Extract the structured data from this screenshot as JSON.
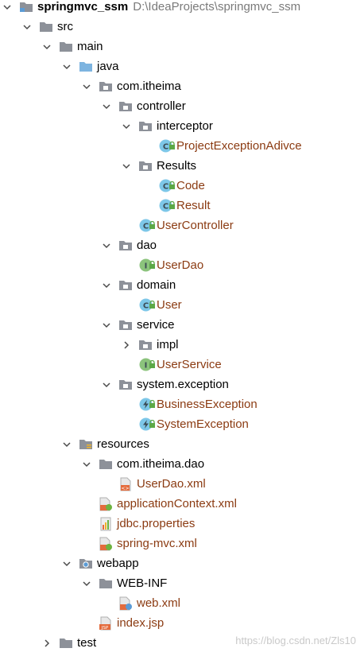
{
  "project": {
    "name": "springmvc_ssm",
    "path": "D:\\IdeaProjects\\springmvc_ssm"
  },
  "nodes": [
    {
      "label": "springmvc_ssm",
      "icon": "module-folder-icon",
      "expanded": true
    },
    {
      "label": "src",
      "icon": "folder-icon",
      "expanded": true
    },
    {
      "label": "main",
      "icon": "folder-icon",
      "expanded": true
    },
    {
      "label": "java",
      "icon": "source-root-folder-icon",
      "expanded": true
    },
    {
      "label": "com.itheima",
      "icon": "package-icon",
      "expanded": true
    },
    {
      "label": "controller",
      "icon": "package-icon",
      "expanded": true
    },
    {
      "label": "interceptor",
      "icon": "package-icon",
      "expanded": true
    },
    {
      "label": "ProjectExceptionAdivce",
      "icon": "class-icon"
    },
    {
      "label": "Results",
      "icon": "package-icon",
      "expanded": true
    },
    {
      "label": "Code",
      "icon": "class-icon"
    },
    {
      "label": "Result",
      "icon": "class-icon"
    },
    {
      "label": "UserController",
      "icon": "class-icon"
    },
    {
      "label": "dao",
      "icon": "package-icon",
      "expanded": true
    },
    {
      "label": "UserDao",
      "icon": "interface-icon"
    },
    {
      "label": "domain",
      "icon": "package-icon",
      "expanded": true
    },
    {
      "label": "User",
      "icon": "class-icon"
    },
    {
      "label": "service",
      "icon": "package-icon",
      "expanded": true
    },
    {
      "label": "impl",
      "icon": "package-icon",
      "expanded": false
    },
    {
      "label": "UserService",
      "icon": "interface-icon"
    },
    {
      "label": "system.exception",
      "icon": "package-icon",
      "expanded": true
    },
    {
      "label": "BusinessException",
      "icon": "exception-class-icon"
    },
    {
      "label": "SystemException",
      "icon": "exception-class-icon"
    },
    {
      "label": "resources",
      "icon": "resources-folder-icon",
      "expanded": true
    },
    {
      "label": "com.itheima.dao",
      "icon": "folder-icon",
      "expanded": true
    },
    {
      "label": "UserDao.xml",
      "icon": "mybatis-xml-icon"
    },
    {
      "label": "applicationContext.xml",
      "icon": "spring-xml-icon"
    },
    {
      "label": "jdbc.properties",
      "icon": "properties-file-icon"
    },
    {
      "label": "spring-mvc.xml",
      "icon": "spring-xml-icon"
    },
    {
      "label": "webapp",
      "icon": "web-folder-icon",
      "expanded": true
    },
    {
      "label": "WEB-INF",
      "icon": "folder-icon",
      "expanded": true
    },
    {
      "label": "web.xml",
      "icon": "web-xml-icon"
    },
    {
      "label": "index.jsp",
      "icon": "jsp-file-icon"
    },
    {
      "label": "test",
      "icon": "folder-icon",
      "expanded": false
    }
  ],
  "watermark": "https://blog.csdn.net/Zls10",
  "colors": {
    "code_text": "#8b3b12",
    "folder": "#8d9199",
    "source_folder": "#5b9bd5",
    "class_badge": "#7dc7e8",
    "interface_badge": "#8bc37c",
    "lock": "#5ca847"
  }
}
